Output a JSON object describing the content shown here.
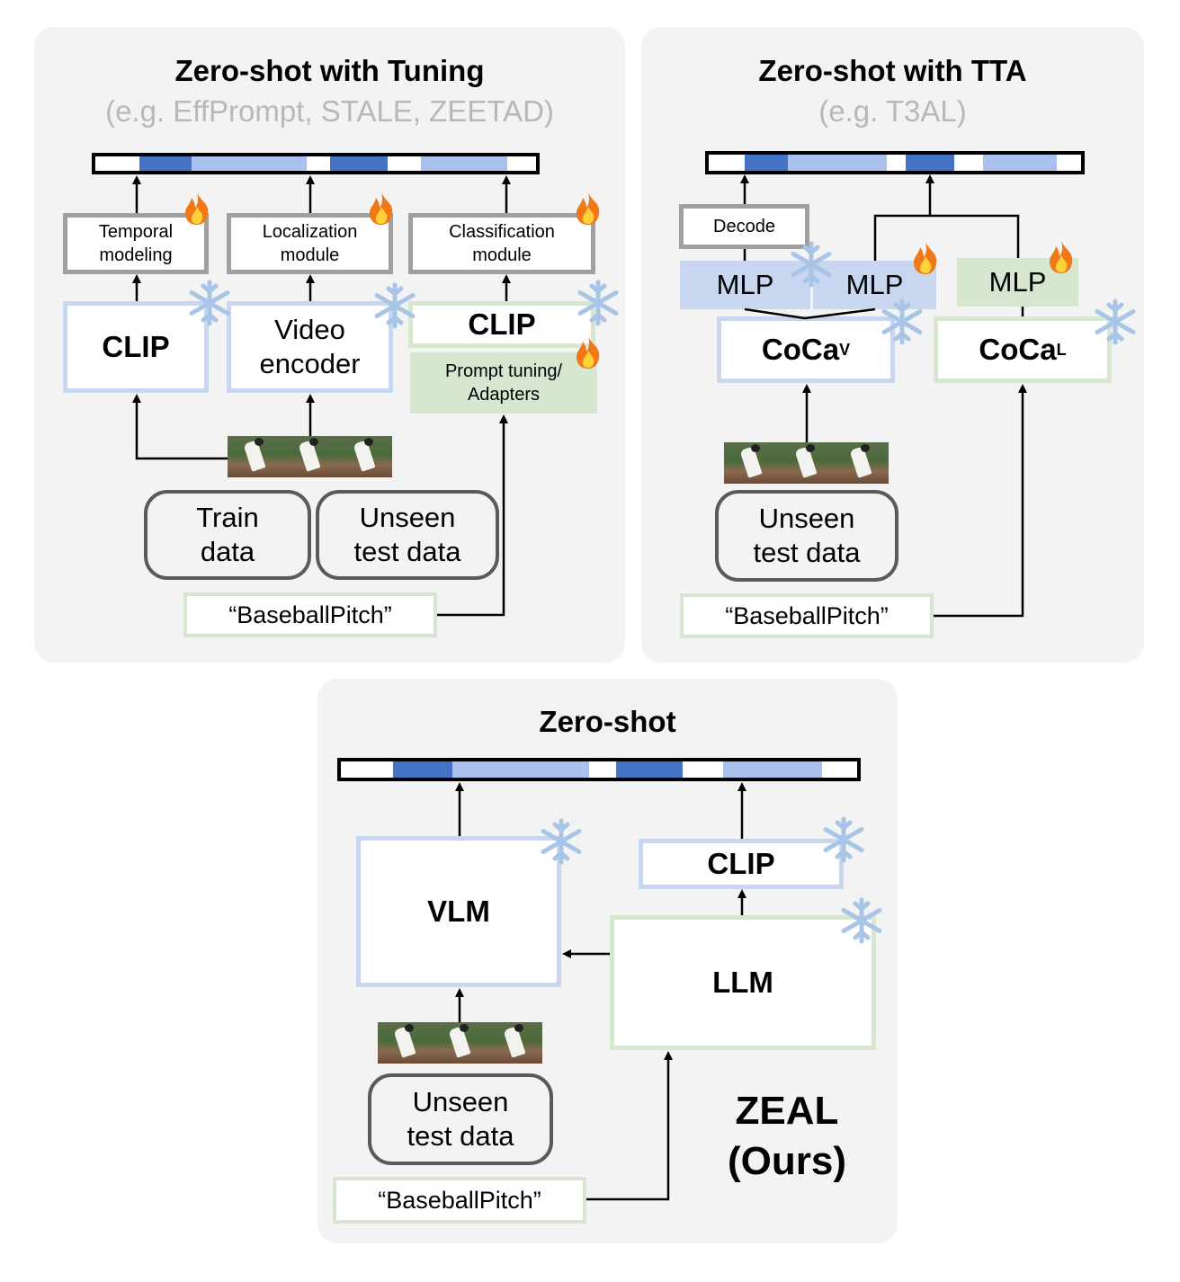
{
  "panels": {
    "tuning": {
      "title": "Zero-shot with Tuning",
      "subtitle": "(e.g. EffPrompt, STALE, ZEETAD)",
      "temporal": "Temporal modeling",
      "localization": "Localization module",
      "classification": "Classification module",
      "clip1": "CLIP",
      "video_encoder": "Video encoder",
      "clip2": "CLIP",
      "prompt": "Prompt tuning/ Adapters",
      "train_data": "Train data",
      "unseen": "Unseen test data",
      "label": "“BaseballPitch”"
    },
    "tta": {
      "title": "Zero-shot with TTA",
      "subtitle": "(e.g. T3AL)",
      "decode": "Decode",
      "mlp1": "MLP",
      "mlp2": "MLP",
      "mlp3": "MLP",
      "coca_v": "CoCa",
      "coca_v_sup": "V",
      "coca_l": "CoCa",
      "coca_l_sup": "L",
      "unseen": "Unseen test data",
      "label": "“BaseballPitch”"
    },
    "zeal": {
      "title": "Zero-shot",
      "vlm": "VLM",
      "clip": "CLIP",
      "llm": "LLM",
      "unseen": "Unseen test data",
      "label": "“BaseballPitch”",
      "name_line1": "ZEAL",
      "name_line2": "(Ours)"
    }
  },
  "icons": {
    "frozen": "snowflake-icon",
    "trainable": "fire-icon"
  },
  "colors": {
    "dark_segment": "#4472c4",
    "light_segment": "#a9c1ec",
    "vision": "#c9d6ef",
    "text": "#d6e6cf"
  }
}
